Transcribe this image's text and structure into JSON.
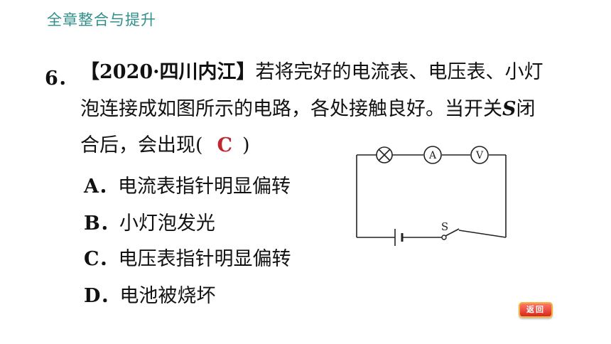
{
  "header": {
    "title": "全章整合与提升"
  },
  "question": {
    "number": "6．",
    "source": "【2020·四川内江】",
    "line1_rest": "若将完好的电流表、电压表、小灯",
    "line2_pre": "泡连接成如图所示的电路，各处接触良好。当开关",
    "switch_symbol": "S",
    "line2_post": "闭",
    "line3_pre": "合后，会出现(",
    "answer": "C",
    "line3_post": ")"
  },
  "options": [
    {
      "letter": "A．",
      "text": "电流表指针明显偏转"
    },
    {
      "letter": "B．",
      "text": "小灯泡发光"
    },
    {
      "letter": "C．",
      "text": "电压表指针明显偏转"
    },
    {
      "letter": "D．",
      "text": "电池被烧坏"
    }
  ],
  "circuit": {
    "ammeter_label": "A",
    "voltmeter_label": "V",
    "switch_label": "S"
  },
  "back_button": {
    "label": "返回"
  },
  "colors": {
    "header": "#2f8f8a",
    "answer": "#c0262d",
    "button": "#d7281c"
  }
}
